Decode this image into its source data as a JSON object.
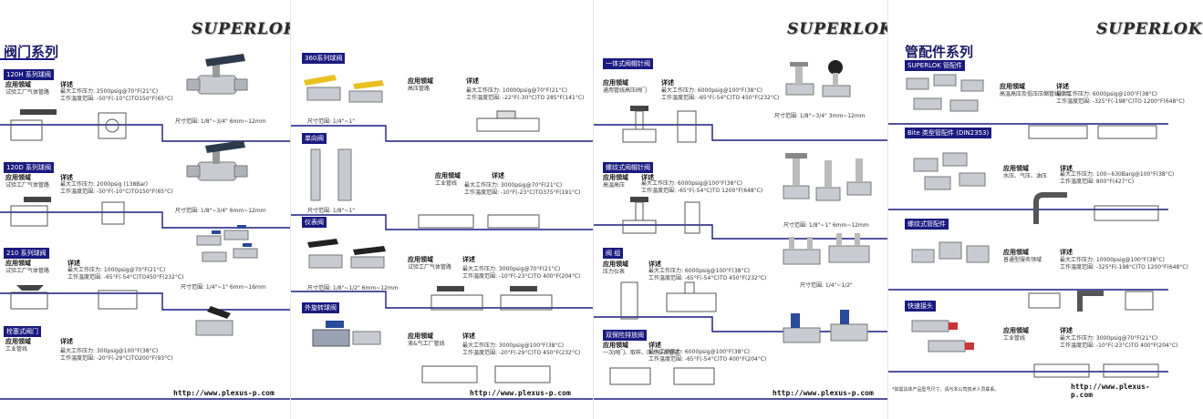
{
  "brand": {
    "logo_text": "SUPERLOK"
  },
  "website": "http://www.plexus-p.com",
  "pages": {
    "p1": {
      "title": "阀门系列",
      "sections": [
        {
          "tag": "120H 系列球阀",
          "app_label": "应用领域",
          "app_text": "试验工厂气体管路",
          "detail_label": "详述",
          "detail_lines": [
            "最大工作压力: 2500psig@70°F(21°C)",
            "工作温度范围: -50°F(-10°C)TO150°F(65°C)"
          ],
          "size_range": "尺寸范围: 1/8\"~3/4\"   6mm~12mm"
        },
        {
          "tag": "120D 系列球阀",
          "app_label": "应用领域",
          "app_text": "试验工厂气体管路",
          "detail_label": "详述",
          "detail_lines": [
            "最大工作压力: 2000psig (138Bar)",
            "工作温度范围: -50°F(-10°C)TO150°F(65°C)"
          ],
          "size_range": "尺寸范围: 1/8\"~3/4\"   6mm~12mm"
        },
        {
          "tag": "210 系列球阀",
          "app_label": "应用领域",
          "app_text": "试验工厂气体管路",
          "detail_label": "详述",
          "detail_lines": [
            "最大工作压力: 1000psig@70°F(21°C)",
            "工作温度范围: -65°F(-54°C)TO450°F(232°C)"
          ],
          "size_range": "尺寸范围: 1/4\"~1\"   6mm~16mm"
        },
        {
          "tag": "栓塞式阀门",
          "app_label": "应用领域",
          "app_text": "工业管线",
          "detail_label": "详述",
          "detail_lines": [
            "最大工作压力: 300psig@100°F(38°C)",
            "工作温度范围: -20°F(-29°C)TO200°F(93°C)"
          ]
        }
      ]
    },
    "p2": {
      "sections": [
        {
          "tag": "360系列球阀",
          "app_label": "应用领域",
          "app_text": "高压管路",
          "detail_label": "详述",
          "detail_lines": [
            "最大工作压力: 10000psig@70°F(21°C)",
            "工作温度范围: -22°F(-30°C)TO 285°F(141°C)"
          ],
          "size_range": "尺寸范围: 1/4\"~1\""
        },
        {
          "tag": "单向阀",
          "app_label": "应用领域",
          "app_text": "工业管线",
          "detail_label": "详述",
          "detail_lines": [
            "最大工作压力: 3000psig@70°F(21°C)",
            "工作温度范围: -10°F(-23°C)TO375°F(191°C)"
          ],
          "size_range": "尺寸范围: 1/8\"~1\""
        },
        {
          "tag": "仪表阀",
          "app_label": "应用领域",
          "app_text": "试验工厂气体管路",
          "detail_label": "详述",
          "detail_lines": [
            "最大工作压力: 3000psig@70°F(21°C)",
            "工作温度范围: -10°F(-23°C)TO 400°F(204°C)"
          ],
          "size_range": "尺寸范围: 1/8\"~1/2\"   6mm~12mm"
        },
        {
          "tag": "外旋转球阀",
          "app_label": "应用领域",
          "app_text": "液&气工厂管线",
          "detail_label": "详述",
          "detail_lines": [
            "最大工作压力: 3000psig@100°F(38°C)",
            "工作温度范围: -20°F(-29°C)TO 450°F(232°C)"
          ]
        }
      ]
    },
    "p3": {
      "sections": [
        {
          "tag": "一体式阀帽针阀",
          "app_label": "应用领域",
          "app_text": "通用管线高压阀门",
          "detail_label": "详述",
          "detail_lines": [
            "最大工作压力: 6000psig@100°F(38°C)",
            "工作温度范围: -65°F(-54°C)TO 450°F(232°C)"
          ],
          "size_range": "尺寸范围: 1/8\"~3/4\"   3mm~12mm"
        },
        {
          "tag": "螺纹式阀帽针阀",
          "app_label": "应用领域",
          "app_text": "高温高压",
          "detail_label": "详述",
          "detail_lines": [
            "最大工作压力: 6000psig@100°F(38°C)",
            "工作温度范围: -65°F(-54°C)TO 1200°F(648°C)"
          ],
          "size_range": "尺寸范围: 1/8\"~1\"   6mm~12mm"
        },
        {
          "tag": "阀 组",
          "app_label": "应用领域",
          "app_text": "压力仪表",
          "detail_label": "详述",
          "detail_lines": [
            "最大工作压力: 6000psig@100°F(38°C)",
            "工作温度范围: -65°F(-54°C)TO 450°F(232°C)"
          ],
          "size_range": "尺寸范围: 1/4\"~1/2\""
        },
        {
          "tag": "双保险排放阀",
          "app_label": "应用领域",
          "app_text": "一次阀门、取样、压力仪表管道",
          "detail_label": "详述",
          "detail_lines": [
            "最大工作压力: 6000psig@100°F(38°C)",
            "工作温度范围: -65°F(-54°C)TO 400°F(204°C)"
          ]
        }
      ]
    },
    "p4": {
      "title": "管配件系列",
      "sections": [
        {
          "tag": "SUPERLOK 管配件",
          "app_label": "应用领域",
          "app_text": "高温高压及低压压缩管线应用",
          "detail_label": "详述",
          "detail_lines": [
            "最大工作压力: 6000psig@100°F(38°C)",
            "工作温度范围: -325°F(-198°C)TO 1200°F(648°C)"
          ]
        },
        {
          "tag": "Bite 类型管配件 (DIN2353)",
          "app_label": "应用领域",
          "app_text": "水压、气压、油压",
          "detail_label": "详述",
          "detail_lines": [
            "最大工作压力: 100~630Barg@100°F(38°C)",
            "工作温度范围: 800°F(427°C)"
          ]
        },
        {
          "tag": "螺纹式管配件",
          "app_label": "应用领域",
          "app_text": "普通型服务领域",
          "detail_label": "详述",
          "detail_lines": [
            "最大工作压力: 10000psig@100°F(38°C)",
            "工作温度范围: -325°F(-198°C)TO 1200°F(648°C)"
          ]
        },
        {
          "tag": "快速接头",
          "app_label": "应用领域",
          "app_text": "工业管线",
          "detail_label": "详述",
          "detail_lines": [
            "最大工作压力: 3000psig@70°F(21°C)",
            "工作温度范围: -10°F(-23°C)TO 400°F(204°C)"
          ]
        }
      ],
      "footnote": "*如需具体产品型号尺寸，请与本公司技术人员联系。"
    }
  }
}
